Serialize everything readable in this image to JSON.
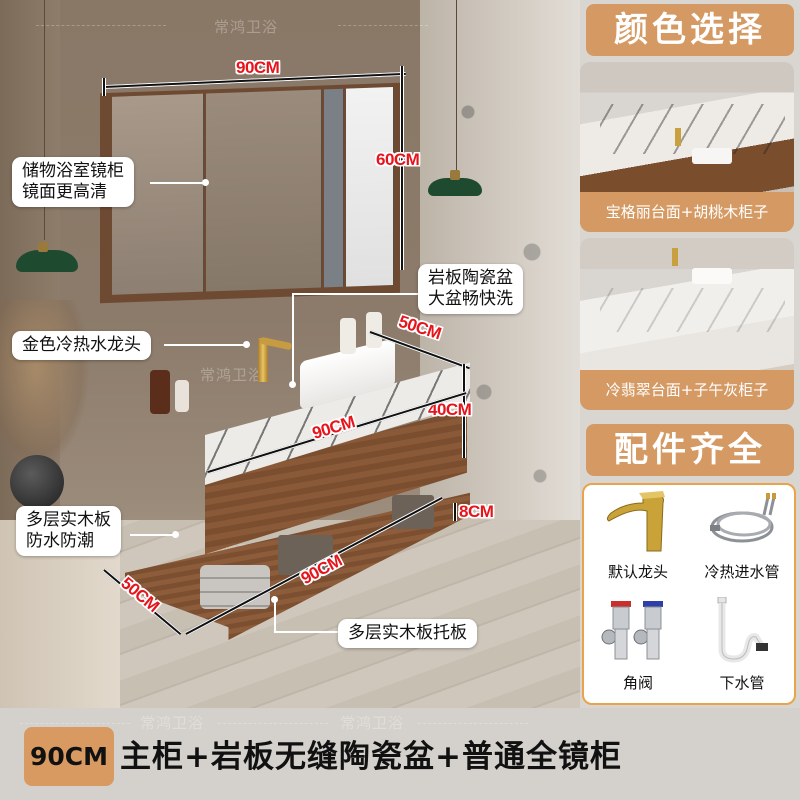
{
  "product": {
    "brand_watermark": "常鸿卫浴",
    "size_badge": "90CM",
    "description": "主柜+岩板无缝陶瓷盆+普通全镜柜"
  },
  "dimensions": {
    "mirror_width": "90CM",
    "mirror_height": "60CM",
    "counter_depth": "50CM",
    "counter_height": "40CM",
    "counter_width": "90CM",
    "shelf_thickness": "8CM",
    "shelf_depth": "50CM",
    "shelf_width": "90CM"
  },
  "callouts": {
    "mirror_cabinet": [
      "储物浴室镜柜",
      "镜面更高清"
    ],
    "basin": [
      "岩板陶瓷盆",
      "大盆畅快洗"
    ],
    "faucet": "金色冷热水龙头",
    "cabinet_material": [
      "多层实木板",
      "防水防潮"
    ],
    "shelf": "多层实木板托板"
  },
  "colors_section": {
    "title": "颜色选择",
    "options": [
      {
        "label": "宝格丽台面+胡桃木柜子"
      },
      {
        "label": "冷翡翠台面+子午灰柜子"
      }
    ]
  },
  "accessories_section": {
    "title": "配件齐全",
    "items": [
      {
        "label": "默认龙头",
        "icon": "faucet-icon"
      },
      {
        "label": "冷热进水管",
        "icon": "hose-icon"
      },
      {
        "label": "角阀",
        "icon": "angle-valve-icon"
      },
      {
        "label": "下水管",
        "icon": "drain-pipe-icon"
      }
    ]
  },
  "theme": {
    "accent": "#d59a63",
    "dimension_red": "#e8141c",
    "accessory_border": "#e9a44a"
  }
}
